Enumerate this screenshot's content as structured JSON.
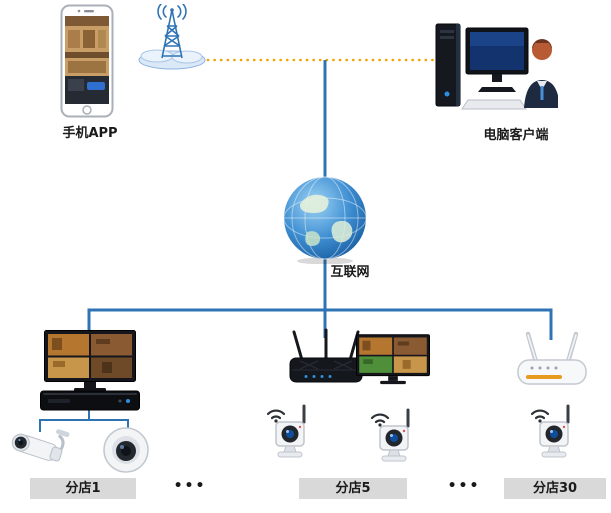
{
  "diagram": {
    "colors": {
      "line_blue": "#2e74b5",
      "dotted_line": "#efa400",
      "label_bar_bg": "#d9d9d9",
      "label_text": "#1a1a1a"
    },
    "nodes": {
      "phone": {
        "label": "手机APP"
      },
      "pc": {
        "label": "电脑客户端"
      },
      "internet": {
        "label": "互联网"
      },
      "branch1": {
        "label": "分店1"
      },
      "branch5": {
        "label": "分店5"
      },
      "branch30": {
        "label": "分店30"
      }
    },
    "separators": {
      "dots1": "•••",
      "dots2": "•••"
    },
    "icons": {
      "phone": "smartphone-icon",
      "tower": "cell-tower-icon",
      "pc": "desktop-computer-icon",
      "internet": "globe-icon",
      "monitor": "cctv-monitor-icon",
      "nvr": "nvr-recorder-icon",
      "bullet_camera": "bullet-camera-icon",
      "dome_camera": "dome-camera-icon",
      "wifi_camera": "wifi-camera-icon",
      "black_router": "router-icon",
      "white_router": "wireless-router-icon",
      "wifi": "wifi-signal-icon"
    }
  }
}
